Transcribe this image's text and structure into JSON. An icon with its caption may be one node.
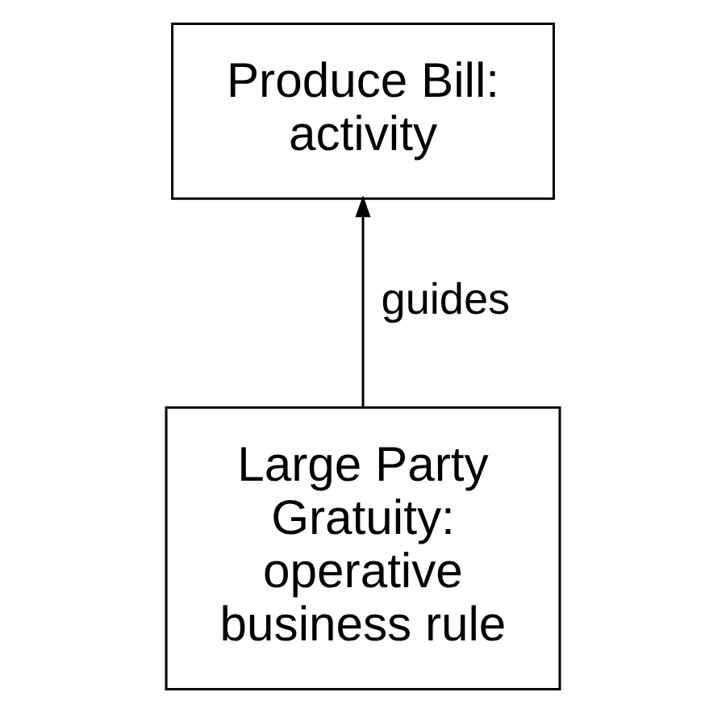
{
  "diagram": {
    "nodes": [
      {
        "text": [
          "Produce Bill: activity"
        ]
      },
      {
        "text": [
          "Large Party Gratuity: operative business rule"
        ]
      }
    ],
    "edges": [
      {
        "from": 1,
        "to": 0,
        "arrow": "to",
        "label": "guides"
      }
    ]
  }
}
